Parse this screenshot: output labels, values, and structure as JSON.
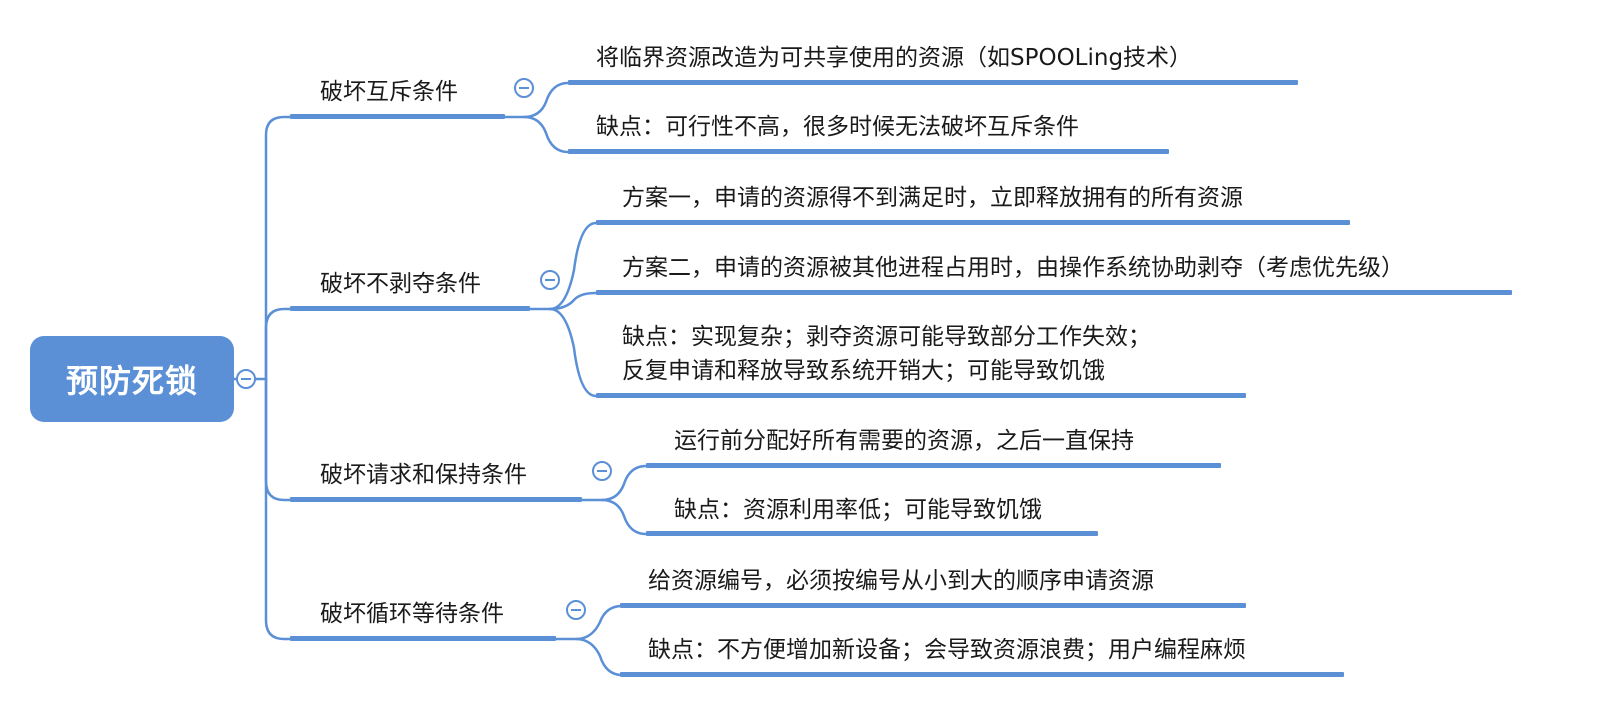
{
  "root": {
    "label": "预防死锁"
  },
  "branches": [
    {
      "label": "破坏互斥条件",
      "leaves": [
        "将临界资源改造为可共享使用的资源（如SPOOLing技术）",
        "缺点：可行性不高，很多时候无法破坏互斥条件"
      ]
    },
    {
      "label": "破坏不剥夺条件",
      "leaves": [
        "方案一，申请的资源得不到满足时，立即释放拥有的所有资源",
        "方案二，申请的资源被其他进程占用时，由操作系统协助剥夺（考虑优先级）",
        "缺点：实现复杂；剥夺资源可能导致部分工作失效；",
        "反复申请和释放导致系统开销大；可能导致饥饿"
      ]
    },
    {
      "label": "破坏请求和保持条件",
      "leaves": [
        "运行前分配好所有需要的资源，之后一直保持",
        "缺点：资源利用率低；可能导致饥饿"
      ]
    },
    {
      "label": "破坏循环等待条件",
      "leaves": [
        "给资源编号，必须按编号从小到大的顺序申请资源",
        "缺点：不方便增加新设备；会导致资源浪费；用户编程麻烦"
      ]
    }
  ],
  "colors": {
    "accent": "#5b8fd6",
    "text": "#1a1a1a",
    "background": "#ffffff"
  },
  "icons": {
    "collapse": "minus-circle-icon"
  }
}
